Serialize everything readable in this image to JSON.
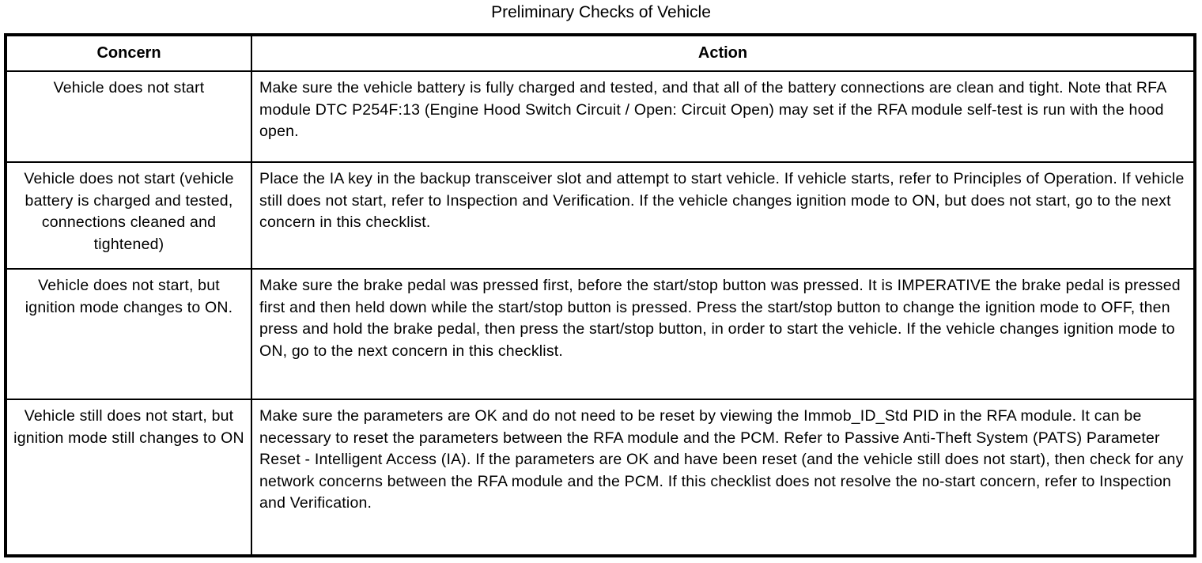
{
  "title": "Preliminary Checks of Vehicle",
  "table": {
    "headers": [
      "Concern",
      "Action"
    ],
    "rows": [
      {
        "concern": "Vehicle does not start",
        "action": "Make sure the vehicle battery is fully charged and tested, and that all of the battery connections are clean and tight. Note that RFA module DTC P254F:13 (Engine Hood Switch Circuit / Open: Circuit Open) may set if the RFA module self-test is run with the hood open."
      },
      {
        "concern": "Vehicle does not start (vehicle battery is charged and tested, connections cleaned and tightened)",
        "action": "Place the IA key in the backup transceiver slot and attempt to start vehicle. If vehicle starts, refer to Principles of Operation. If vehicle still does not start, refer to Inspection and Verification. If the vehicle changes ignition mode to ON, but does not start, go to the next concern in this checklist."
      },
      {
        "concern": "Vehicle does not start, but ignition mode changes to ON.",
        "action": "Make sure the brake pedal was pressed first, before the start/stop button was pressed. It is IMPERATIVE the brake pedal is pressed first and then held down while the start/stop button is pressed. Press the start/stop button to change the ignition mode to OFF, then press and hold the brake pedal, then press the start/stop button, in order to start the vehicle. If the vehicle changes ignition mode to ON, go to the next concern in this checklist."
      },
      {
        "concern": "Vehicle still does not start, but ignition mode still changes to ON",
        "action": "Make sure the parameters are OK and do not need to be reset by viewing the Immob_ID_Std PID in the RFA module. It can be necessary to reset the parameters between the RFA module and the PCM. Refer to Passive Anti-Theft System (PATS) Parameter Reset - Intelligent Access (IA). If the parameters are OK and have been reset (and the vehicle still does not start), then check for any network concerns between the RFA module and the PCM. If this checklist does not resolve the no-start concern, refer to Inspection and Verification."
      }
    ]
  }
}
